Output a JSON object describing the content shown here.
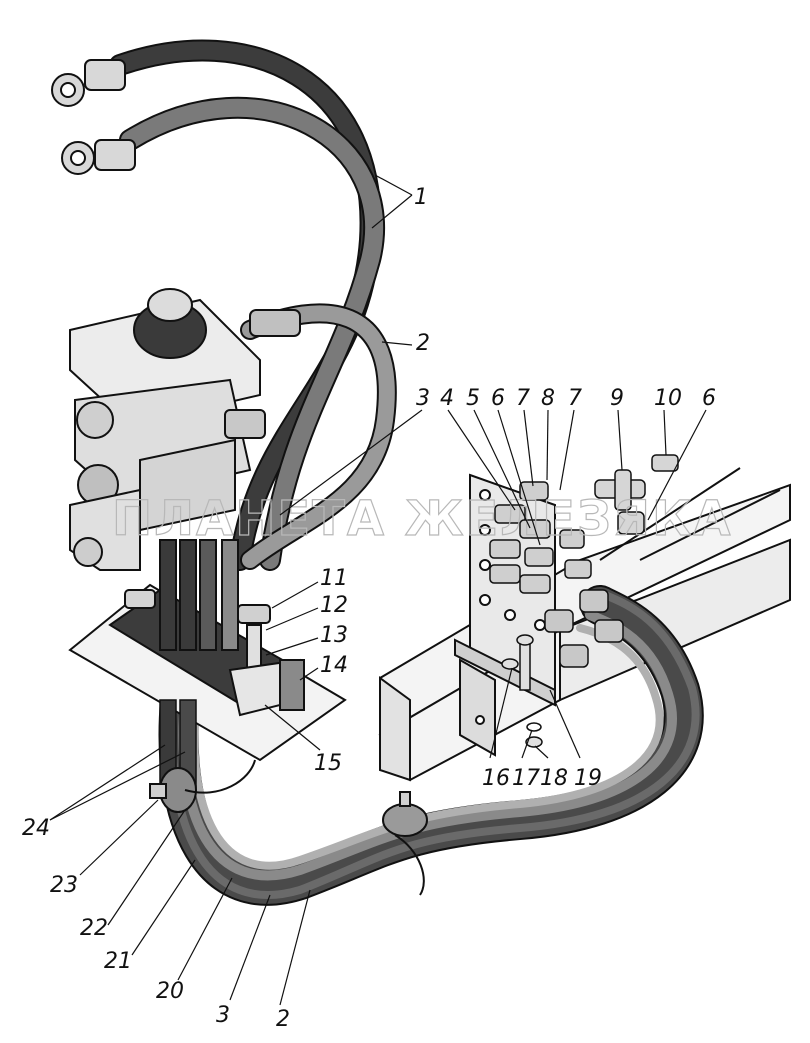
{
  "watermark": "ПЛАНЕТА ЖЕЛЕЗЯКА",
  "callouts": {
    "c1": "1",
    "c2a": "2",
    "c3a": "3",
    "c4": "4",
    "c5": "5",
    "c6a": "6",
    "c7a": "7",
    "c8": "8",
    "c7b": "7",
    "c9": "9",
    "c10": "10",
    "c6b": "6",
    "c11": "11",
    "c12": "12",
    "c13": "13",
    "c14": "14",
    "c15": "15",
    "c16": "16",
    "c17": "17",
    "c18": "18",
    "c19": "19",
    "c24": "24",
    "c23": "23",
    "c22": "22",
    "c21": "21",
    "c20": "20",
    "c3b": "3",
    "c2b": "2"
  },
  "colors": {
    "hose_dark": "#3a3a3a",
    "hose_mid": "#6e6e6e",
    "hose_light": "#9a9a9a",
    "metal_light": "#e6e6e6",
    "metal_mid": "#bdbdbd",
    "outline": "#111111"
  }
}
